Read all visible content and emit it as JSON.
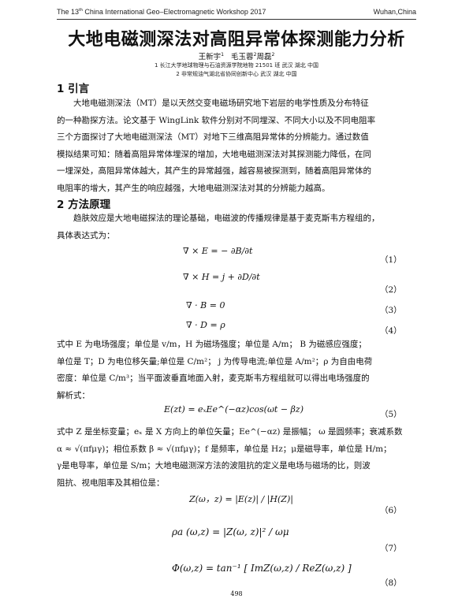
{
  "header": {
    "left": "The 13th China International Geo–Electromagnetic Workshop 2017",
    "right": "Wuhan,China"
  },
  "title": "大地电磁测深法对高阻异常体探测能力分析",
  "authors": "王新宇 1   毛玉蓉 2 周磊 2",
  "affiliations": [
    "1  长江大学地球物理与石油资源学院地物 21501 班    武汉   湖北    中国",
    "2  非常规油气湖北省协同创新中心    武汉   湖北    中国"
  ],
  "sections": [
    {
      "heading": "1  引言",
      "lines": [
        "大地电磁测深法（MT）是以天然交变电磁场研究地下岩层的电学性质及分布特征",
        "的一种勘探方法。论文基于 WingLink 软件分别对不同埋深、不同大小以及不同电阻率",
        "三个方面探讨了大地电磁测深法（MT）对地下三维高阻异常体的分辨能力。通过数值",
        "模拟结果可知：随着高阻异常体埋深的增加，大地电磁测深法对其探测能力降低，在同",
        "一埋深处，高阻异常体越大，其产生的异常越强，越容易被探测到，随着高阻异常体的",
        "电阻率的增大，其产生的响应越强，大地电磁测深法对其的分辨能力越高。"
      ]
    },
    {
      "heading": "2  方法原理",
      "lines": [
        "趋肤效应是大地电磁探法的理论基础，电磁波的传播规律是基于麦克斯韦方程组的，",
        "具体表达式为："
      ]
    }
  ],
  "equations": [
    {
      "expr": "∇ × E = − ∂B/∂t",
      "num": "（1）"
    },
    {
      "expr": "∇ × H = j + ∂D/∂t",
      "num": "（2）"
    },
    {
      "expr": "∇ · B = 0",
      "num": "（3）"
    },
    {
      "expr": "∇ · D = ρ",
      "num": "（4）"
    }
  ],
  "after_eq4": [
    "式中 E  为电场强度；单位是 v/m，H  为磁场强度；单位是  A/m；   B  为磁感应强度；",
    "单位是 T；D  为电位移矢量;单位是 C/m²；  j  为传导电流;单位是 A/m²；ρ 为自由电荷",
    "密度：单位是  C/m³；当平面波垂直地面入射，麦克斯韦方程组就可以得出电场强度的",
    "解析式："
  ],
  "eq5": {
    "expr": "E(zt) = eₓEe^(−αz)cos(ωt − βz)",
    "num": "（5）"
  },
  "after_eq5": [
    "式中 Z 是坐标变量；eₓ 是 X 方向上的单位矢量；Ee^(−αz) 是振幅；  ω 是圆频率；衰减系数",
    "α ≈ √(πfμγ)；相位系数 β ≈ √(πfμγ)；f 是频率，单位是 Hz；μ是磁导率，单位是 H/m；",
    "γ是电导率，单位是 S/m；大地电磁测深方法的波阻抗的定义是电场与磁场的比，则波",
    "阻抗、视电阻率及其相位是："
  ],
  "eq6": {
    "expr": "Z(ω，z) = |E(z)| / |H(Z)|",
    "num": "（6）"
  },
  "eq7": {
    "expr": "ρa (ω,z) = |Z(ω, z)|² / ωμ",
    "num": "（7）"
  },
  "eq8": {
    "expr": "Φ(ω,z) = tan⁻¹ [ ImZ(ω,z) / ReZ(ω,z) ]",
    "num": "（8）"
  },
  "page_number": "498"
}
